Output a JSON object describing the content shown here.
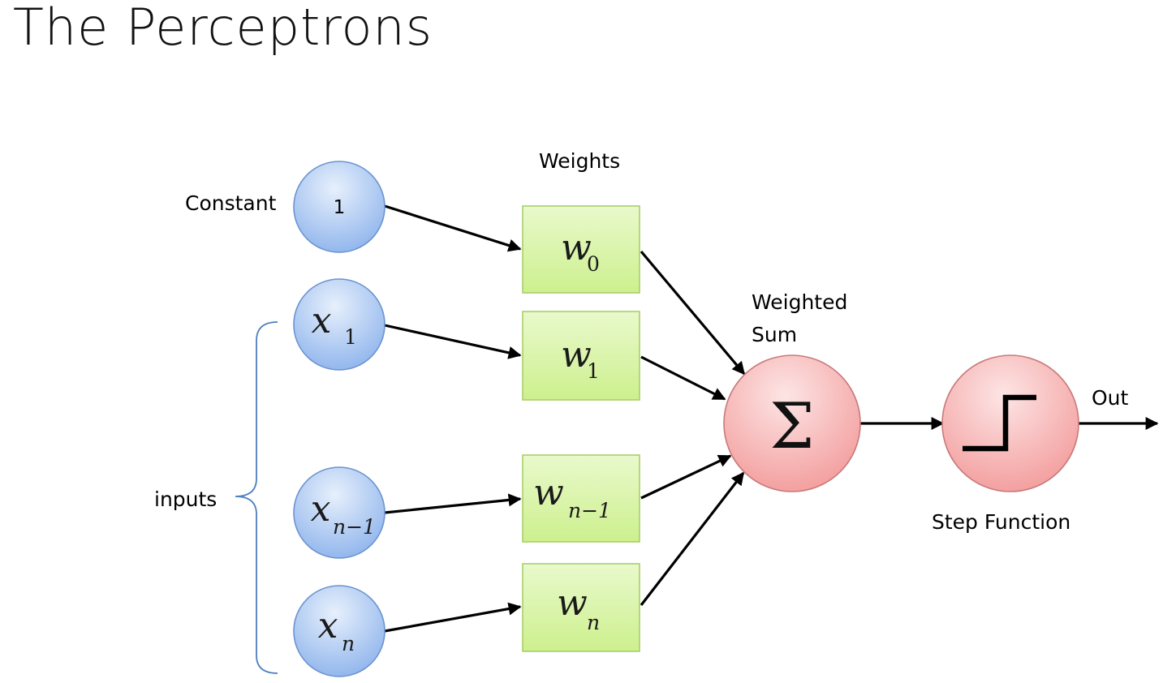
{
  "title": "The Perceptrons",
  "labels": {
    "weights_heading": "Weights",
    "constant": "Constant",
    "inputs": "inputs",
    "weighted_sum_line1": "Weighted",
    "weighted_sum_line2": "Sum",
    "step_function": "Step Function",
    "out": "Out"
  },
  "inputs": [
    {
      "symbol": "1",
      "subscript": ""
    },
    {
      "symbol": "x",
      "subscript": "1"
    },
    {
      "symbol": "x",
      "subscript": "n−1"
    },
    {
      "symbol": "x",
      "subscript": "n"
    }
  ],
  "weights": [
    {
      "symbol": "w",
      "subscript": "0"
    },
    {
      "symbol": "w",
      "subscript": "1"
    },
    {
      "symbol": "w",
      "subscript": "n−1"
    },
    {
      "symbol": "w",
      "subscript": "n"
    }
  ],
  "sum_symbol": "Σ",
  "colors": {
    "input_node": "#8fb6ee",
    "weight_box": "#d7f3a6",
    "sum_node": "#f7a3a3",
    "arrow": "#000000",
    "brace": "#4f7fbf"
  }
}
